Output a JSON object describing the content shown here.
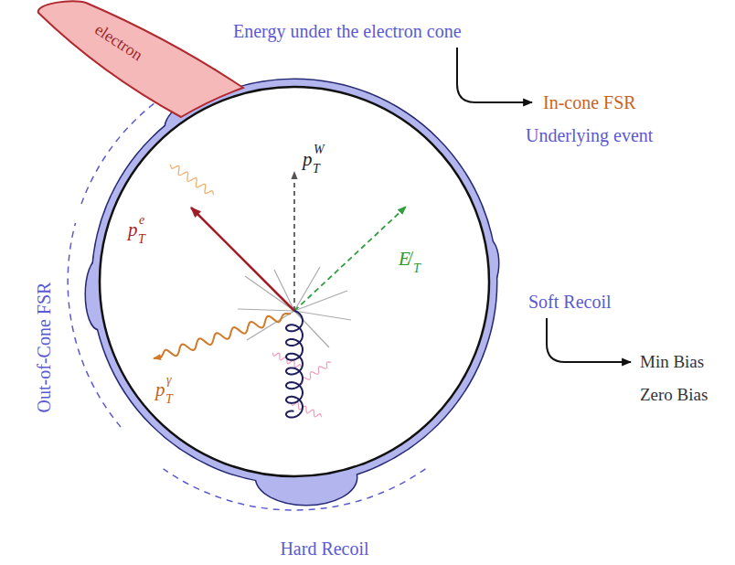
{
  "diagram": {
    "nodes": [
      {
        "text": [
          "electron"
        ]
      }
    ],
    "labels": [
      "Energy under the electron cone",
      "In-cone FSR",
      "Underlying event",
      "p",
      "T",
      "W",
      "p",
      "T",
      "e",
      "E̸",
      "T",
      "p",
      "T",
      "γ",
      "Out-of-Cone FSR",
      "Soft Recoil",
      "Min Bias",
      "Zero Bias",
      "Hard Recoil"
    ]
  }
}
